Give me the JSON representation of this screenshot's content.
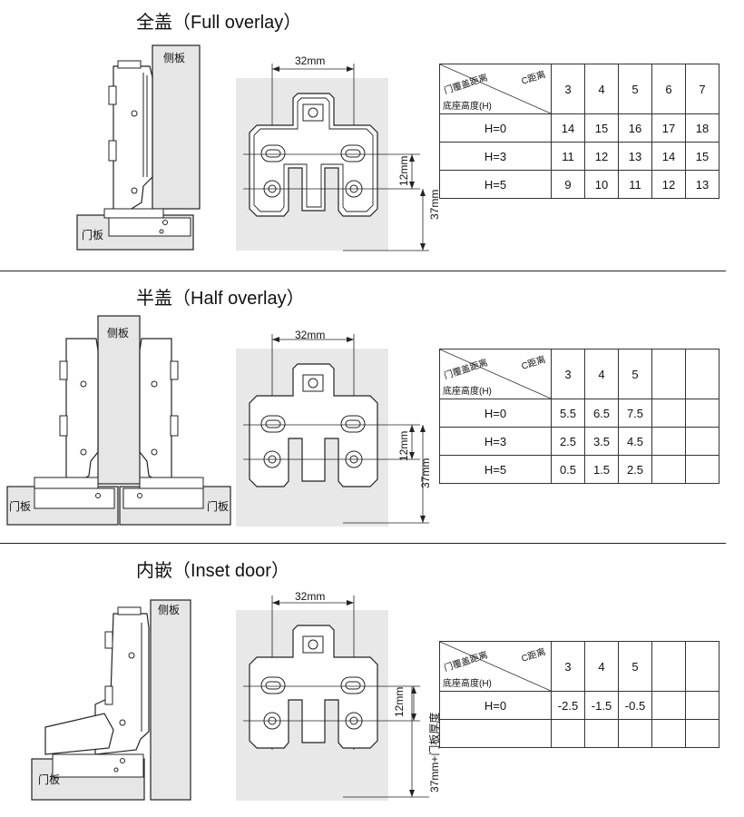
{
  "sections": [
    {
      "title": "全盖（Full overlay）",
      "side_panel_label": "侧板",
      "door_label": "门板",
      "dim_width": "32mm",
      "dim_small": "12mm",
      "dim_large": "37mm",
      "table": {
        "header_top": "C距离",
        "header_mid": "门覆盖距离",
        "header_bottom": "底座高度(H)",
        "columns": [
          "3",
          "4",
          "5",
          "6",
          "7"
        ],
        "rows": [
          {
            "label": "H=0",
            "values": [
              "14",
              "15",
              "16",
              "17",
              "18"
            ]
          },
          {
            "label": "H=3",
            "values": [
              "11",
              "12",
              "13",
              "14",
              "15"
            ]
          },
          {
            "label": "H=5",
            "values": [
              "9",
              "10",
              "11",
              "12",
              "13"
            ]
          }
        ]
      }
    },
    {
      "title": "半盖（Half overlay）",
      "side_panel_label": "侧板",
      "door_label": "门板",
      "dim_width": "32mm",
      "dim_small": "12mm",
      "dim_large": "37mm",
      "table": {
        "header_top": "C距离",
        "header_mid": "门覆盖距离",
        "header_bottom": "底座高度(H)",
        "columns": [
          "3",
          "4",
          "5",
          "",
          ""
        ],
        "rows": [
          {
            "label": "H=0",
            "values": [
              "5.5",
              "6.5",
              "7.5",
              "",
              ""
            ]
          },
          {
            "label": "H=3",
            "values": [
              "2.5",
              "3.5",
              "4.5",
              "",
              ""
            ]
          },
          {
            "label": "H=5",
            "values": [
              "0.5",
              "1.5",
              "2.5",
              "",
              ""
            ]
          }
        ]
      }
    },
    {
      "title": "内嵌（Inset door）",
      "side_panel_label": "侧板",
      "door_label": "门板",
      "dim_width": "32mm",
      "dim_small": "12mm",
      "dim_large": "37mm+门板厚度",
      "table": {
        "header_top": "C距离",
        "header_mid": "门覆盖距离",
        "header_bottom": "底座高度(H)",
        "columns": [
          "3",
          "4",
          "5",
          "",
          ""
        ],
        "rows": [
          {
            "label": "H=0",
            "values": [
              "-2.5",
              "-1.5",
              "-0.5",
              "",
              ""
            ]
          },
          {
            "label": "",
            "values": [
              "",
              "",
              "",
              "",
              ""
            ]
          }
        ]
      }
    }
  ]
}
